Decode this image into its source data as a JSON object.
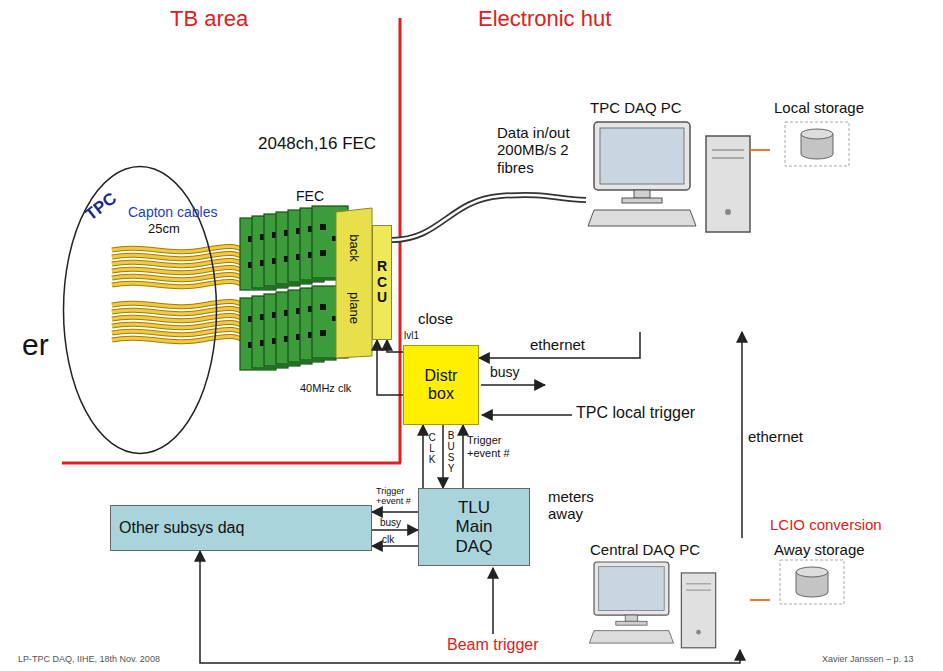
{
  "diagram": {
    "nodes": [
      {
        "text": [
          "TPC"
        ]
      },
      {
        "text": [
          "RCU"
        ]
      },
      {
        "text": [
          "Distr box"
        ]
      },
      {
        "text": [
          "TPC DAQ PC"
        ]
      },
      {
        "text": [
          "Local storage"
        ]
      },
      {
        "text": [
          "TLU Main DAQ"
        ]
      },
      {
        "text": [
          "Other subsys daq"
        ]
      },
      {
        "text": [
          "Central DAQ PC"
        ]
      },
      {
        "text": [
          "Away storage"
        ]
      }
    ],
    "edges": [
      {
        "from": 1,
        "to": 3,
        "arrow": "none",
        "label": "Data in/out 200MB/s 2 fibres"
      },
      {
        "from": 2,
        "to": 1,
        "arrow": "to",
        "label": "lvl1"
      },
      {
        "from": 2,
        "to": 1,
        "arrow": "to",
        "label": "40MHz clk"
      },
      {
        "from": 3,
        "to": 2,
        "arrow": "to",
        "label": "ethernet"
      },
      {
        "from": 7,
        "to": 3,
        "arrow": "to",
        "label": "ethernet"
      },
      {
        "from": 3,
        "to": 4,
        "arrow": "none"
      },
      {
        "from": 7,
        "to": 8,
        "arrow": "none"
      },
      {
        "from": 5,
        "to": 2,
        "arrow": "to",
        "label": "CLK"
      },
      {
        "from": 2,
        "to": 5,
        "arrow": "to",
        "label": "BUSY"
      },
      {
        "from": 5,
        "to": 2,
        "arrow": "to",
        "label": "Trigger +event #"
      },
      {
        "from": 5,
        "to": 6,
        "arrow": "to",
        "label": "Trigger +event #"
      },
      {
        "from": 6,
        "to": 5,
        "arrow": "to",
        "label": "busy"
      },
      {
        "from": 5,
        "to": 6,
        "arrow": "to",
        "label": "clk"
      },
      {
        "from": 7,
        "to": 6,
        "arrow": "both"
      }
    ],
    "labels": [
      "TB area",
      "Electronic hut",
      "2048ch,16 FEC",
      "Capton cables",
      "25cm",
      "FEC",
      "back",
      "plane",
      "close",
      "busy",
      "TPC local trigger",
      "meters away",
      "Beam trigger",
      "LCIO conversion",
      "er",
      "LP-TPC DAQ, IIHE, 18th Nov. 2008",
      "Xavier Janssen – p. 13"
    ]
  }
}
